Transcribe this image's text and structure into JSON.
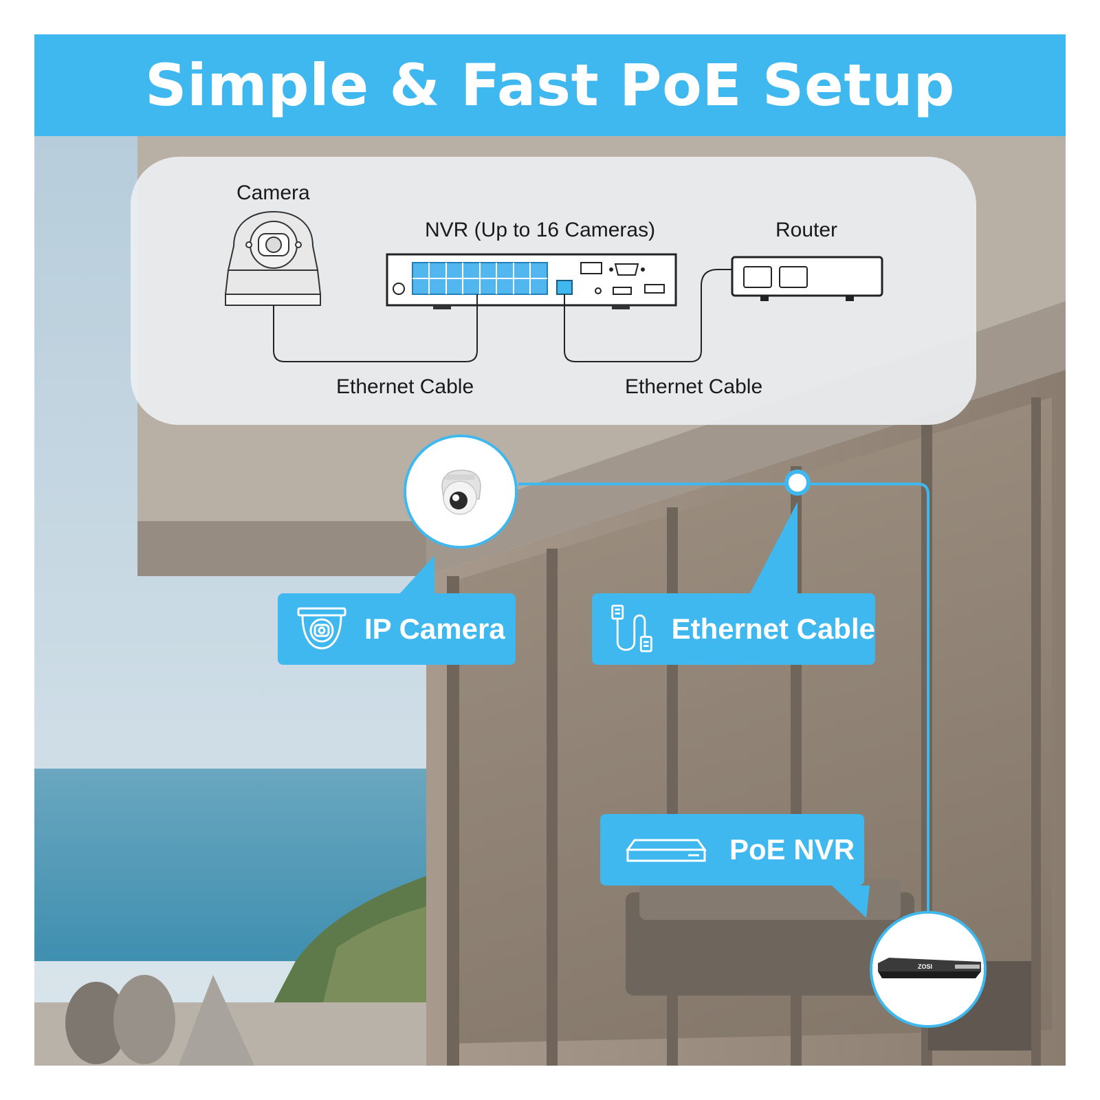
{
  "header": {
    "title": "Simple & Fast PoE Setup"
  },
  "diagram": {
    "camera_label": "Camera",
    "nvr_label": "NVR (Up to 16 Cameras)",
    "router_label": "Router",
    "cable_label_left": "Ethernet Cable",
    "cable_label_right": "Ethernet Cable"
  },
  "callouts": {
    "ip_camera": "IP Camera",
    "ethernet_cable": "Ethernet Cable",
    "poe_nvr": "PoE NVR"
  },
  "nvr_photo": {
    "brand": "ZOSI"
  },
  "colors": {
    "accent": "#3fb8ef",
    "panel": "#eef1f4",
    "text": "#1a1a1a"
  },
  "icons": [
    "camera-icon",
    "ethernet-cable-icon",
    "nvr-icon"
  ]
}
